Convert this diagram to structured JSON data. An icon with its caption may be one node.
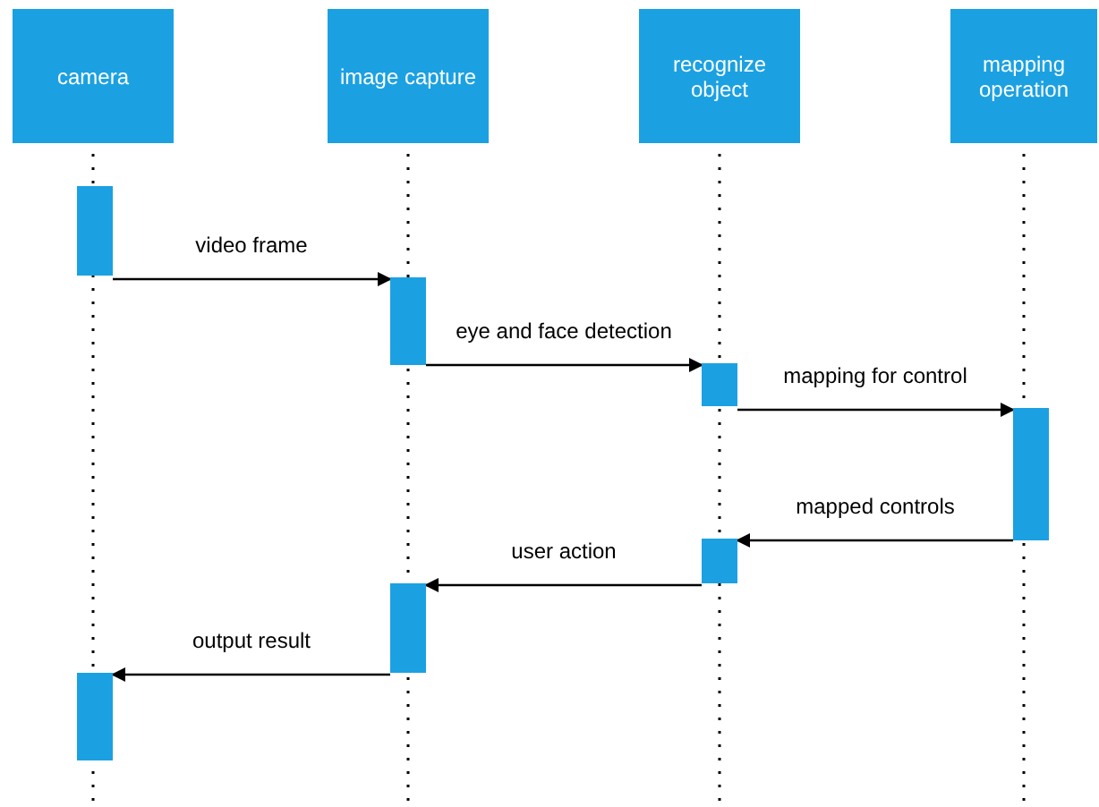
{
  "diagram": {
    "nodes": [
      {
        "text": [
          "camera"
        ]
      },
      {
        "text": [
          "image capture"
        ]
      },
      {
        "text": [
          "recognize object"
        ]
      },
      {
        "text": [
          "mapping operation"
        ]
      },
      {
        "text": [],
        "shape": "bar"
      },
      {
        "text": [],
        "shape": "bar"
      },
      {
        "text": [],
        "shape": "bar"
      },
      {
        "text": [],
        "shape": "bar"
      },
      {
        "text": [],
        "shape": "bar"
      },
      {
        "text": [],
        "shape": "bar"
      },
      {
        "text": [],
        "shape": "bar"
      }
    ],
    "edges": [
      {
        "from": 4,
        "to": 5,
        "arrow": "to",
        "label": "video frame"
      },
      {
        "from": 5,
        "to": 6,
        "arrow": "to",
        "label": "eye and face detection"
      },
      {
        "from": 6,
        "to": 7,
        "arrow": "to",
        "label": "mapping for control"
      },
      {
        "from": 7,
        "to": 8,
        "arrow": "to",
        "label": "mapped controls"
      },
      {
        "from": 8,
        "to": 9,
        "arrow": "to",
        "label": "user action"
      },
      {
        "from": 9,
        "to": 10,
        "arrow": "to",
        "label": "output result"
      }
    ]
  }
}
